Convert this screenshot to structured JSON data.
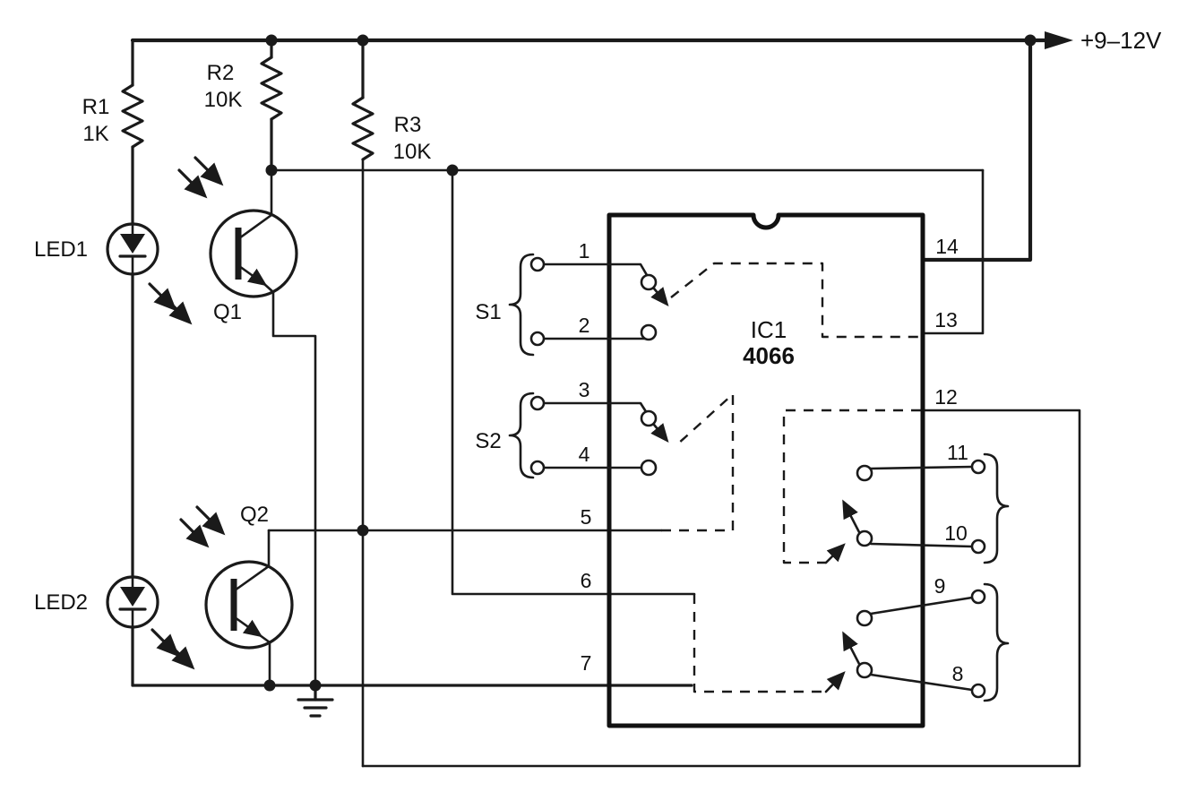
{
  "meta": {
    "type": "circuit-schematic",
    "ink_color": "#1a1a1a",
    "background_color": "#ffffff"
  },
  "power": {
    "rail_label": "+9–12V"
  },
  "components": {
    "r1": {
      "ref": "R1",
      "value": "1K"
    },
    "r2": {
      "ref": "R2",
      "value": "10K"
    },
    "r3": {
      "ref": "R3",
      "value": "10K"
    },
    "led1": {
      "ref": "LED1"
    },
    "led2": {
      "ref": "LED2"
    },
    "q1": {
      "ref": "Q1"
    },
    "q2": {
      "ref": "Q2"
    },
    "s1": {
      "ref": "S1"
    },
    "s2": {
      "ref": "S2"
    },
    "ic1": {
      "ref": "IC1",
      "part": "4066"
    }
  },
  "ic_pins": {
    "p1": "1",
    "p2": "2",
    "p3": "3",
    "p4": "4",
    "p5": "5",
    "p6": "6",
    "p7": "7",
    "p8": "8",
    "p9": "9",
    "p10": "10",
    "p11": "11",
    "p12": "12",
    "p13": "13",
    "p14": "14"
  }
}
